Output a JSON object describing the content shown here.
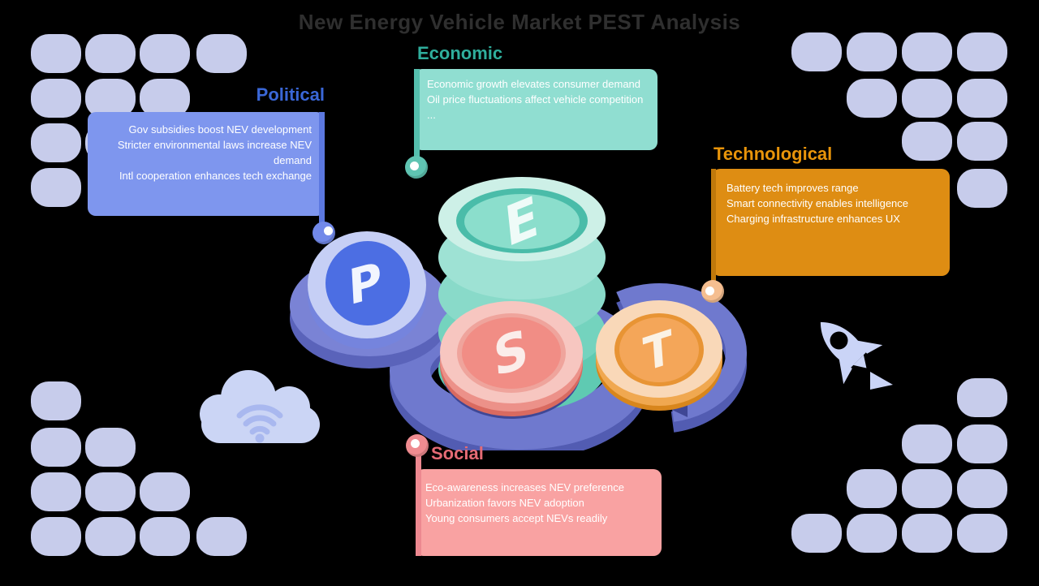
{
  "title": "New Energy Vehicle Market PEST Analysis",
  "sections": {
    "political": {
      "label": "Political",
      "lines": [
        "Gov subsidies boost NEV development",
        "Stricter environmental laws increase NEV demand",
        "Intl cooperation enhances tech exchange"
      ]
    },
    "economic": {
      "label": "Economic",
      "lines": [
        "Economic growth elevates consumer demand",
        "Oil price fluctuations affect vehicle competition ..."
      ]
    },
    "technological": {
      "label": "Technological",
      "lines": [
        "Battery tech improves range",
        "Smart connectivity enables intelligence",
        "Charging infrastructure enhances UX"
      ]
    },
    "social": {
      "label": "Social",
      "lines": [
        "Eco-awareness increases NEV preference",
        "Urbanization favors NEV adoption",
        "Young consumers accept NEVs readily"
      ]
    }
  },
  "coins": {
    "political": "P",
    "economic": "E",
    "social": "S",
    "technological": "T"
  },
  "palette": {
    "bg": "#000000",
    "title-color": "#2F2F2F",
    "square": "#C7CCEB",
    "pol-label": "#3A67D7",
    "pol-box": "#7E96EE",
    "pol-strip": "#5C78E0",
    "pol-dot": "#7289E9",
    "eco-label": "#2FAE9C",
    "eco-box": "#90DED1",
    "eco-strip": "#55BFAE",
    "eco-dot": "#5FC4B2",
    "tech-label": "#E8940A",
    "tech-box": "#DE8D13",
    "tech-strip": "#C0790B",
    "tech-dot": "#F5BE90",
    "soc-label": "#E56B75",
    "soc-box": "#F9A2A2",
    "soc-strip": "#ED8890",
    "soc-dot": "#EF8B90",
    "cloud": "#CBD5F5",
    "wifi": "#A9B8EF",
    "rocket": "#CAD4F7",
    "plat-top": "#7A83D5",
    "plat-side": "#5A63BA",
    "ring-top": "#6F79CE",
    "ring-side": "#525CB2",
    "ring-cut": "#3F4795",
    "p-top": "#C6CFF5",
    "p-side": "#7584DD",
    "p-inner": "#4C6EE3",
    "p-letter": "#F2F5FE",
    "e-top": "#CDF0E7",
    "e-b1": "#9EE2D4",
    "e-b2": "#89DAC9",
    "e-b3": "#74D3BE",
    "e-b4": "#5FCAB2",
    "e-groove": "#4ABCA9",
    "e-inner": "#8BDECC",
    "e-letter": "#EFFBF8",
    "s-top": "#F7C6C0",
    "s-side": "#EC9189",
    "s-deep": "#D96A60",
    "s-groove": "#EFA49C",
    "s-inner": "#F18D85",
    "s-letter": "#FBEDEA",
    "t-top": "#F9D8B8",
    "t-side": "#F0A850",
    "t-deep": "#D8861C",
    "t-groove": "#E89434",
    "t-inner": "#F4A659",
    "t-letter": "#FBF2E5"
  }
}
